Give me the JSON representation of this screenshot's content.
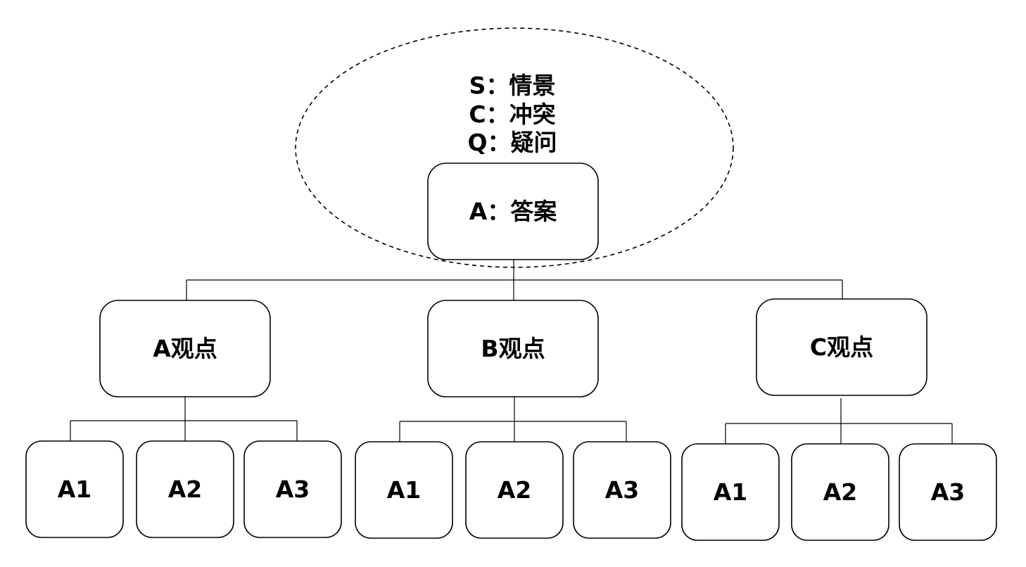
{
  "scq": {
    "s": "S：情景",
    "c": "C：冲突",
    "q": "Q：疑问"
  },
  "root": {
    "label": "A：答案"
  },
  "points": [
    {
      "label": "A观点",
      "children": [
        "A1",
        "A2",
        "A3"
      ]
    },
    {
      "label": "B观点",
      "children": [
        "A1",
        "A2",
        "A3"
      ]
    },
    {
      "label": "C观点",
      "children": [
        "A1",
        "A2",
        "A3"
      ]
    }
  ]
}
